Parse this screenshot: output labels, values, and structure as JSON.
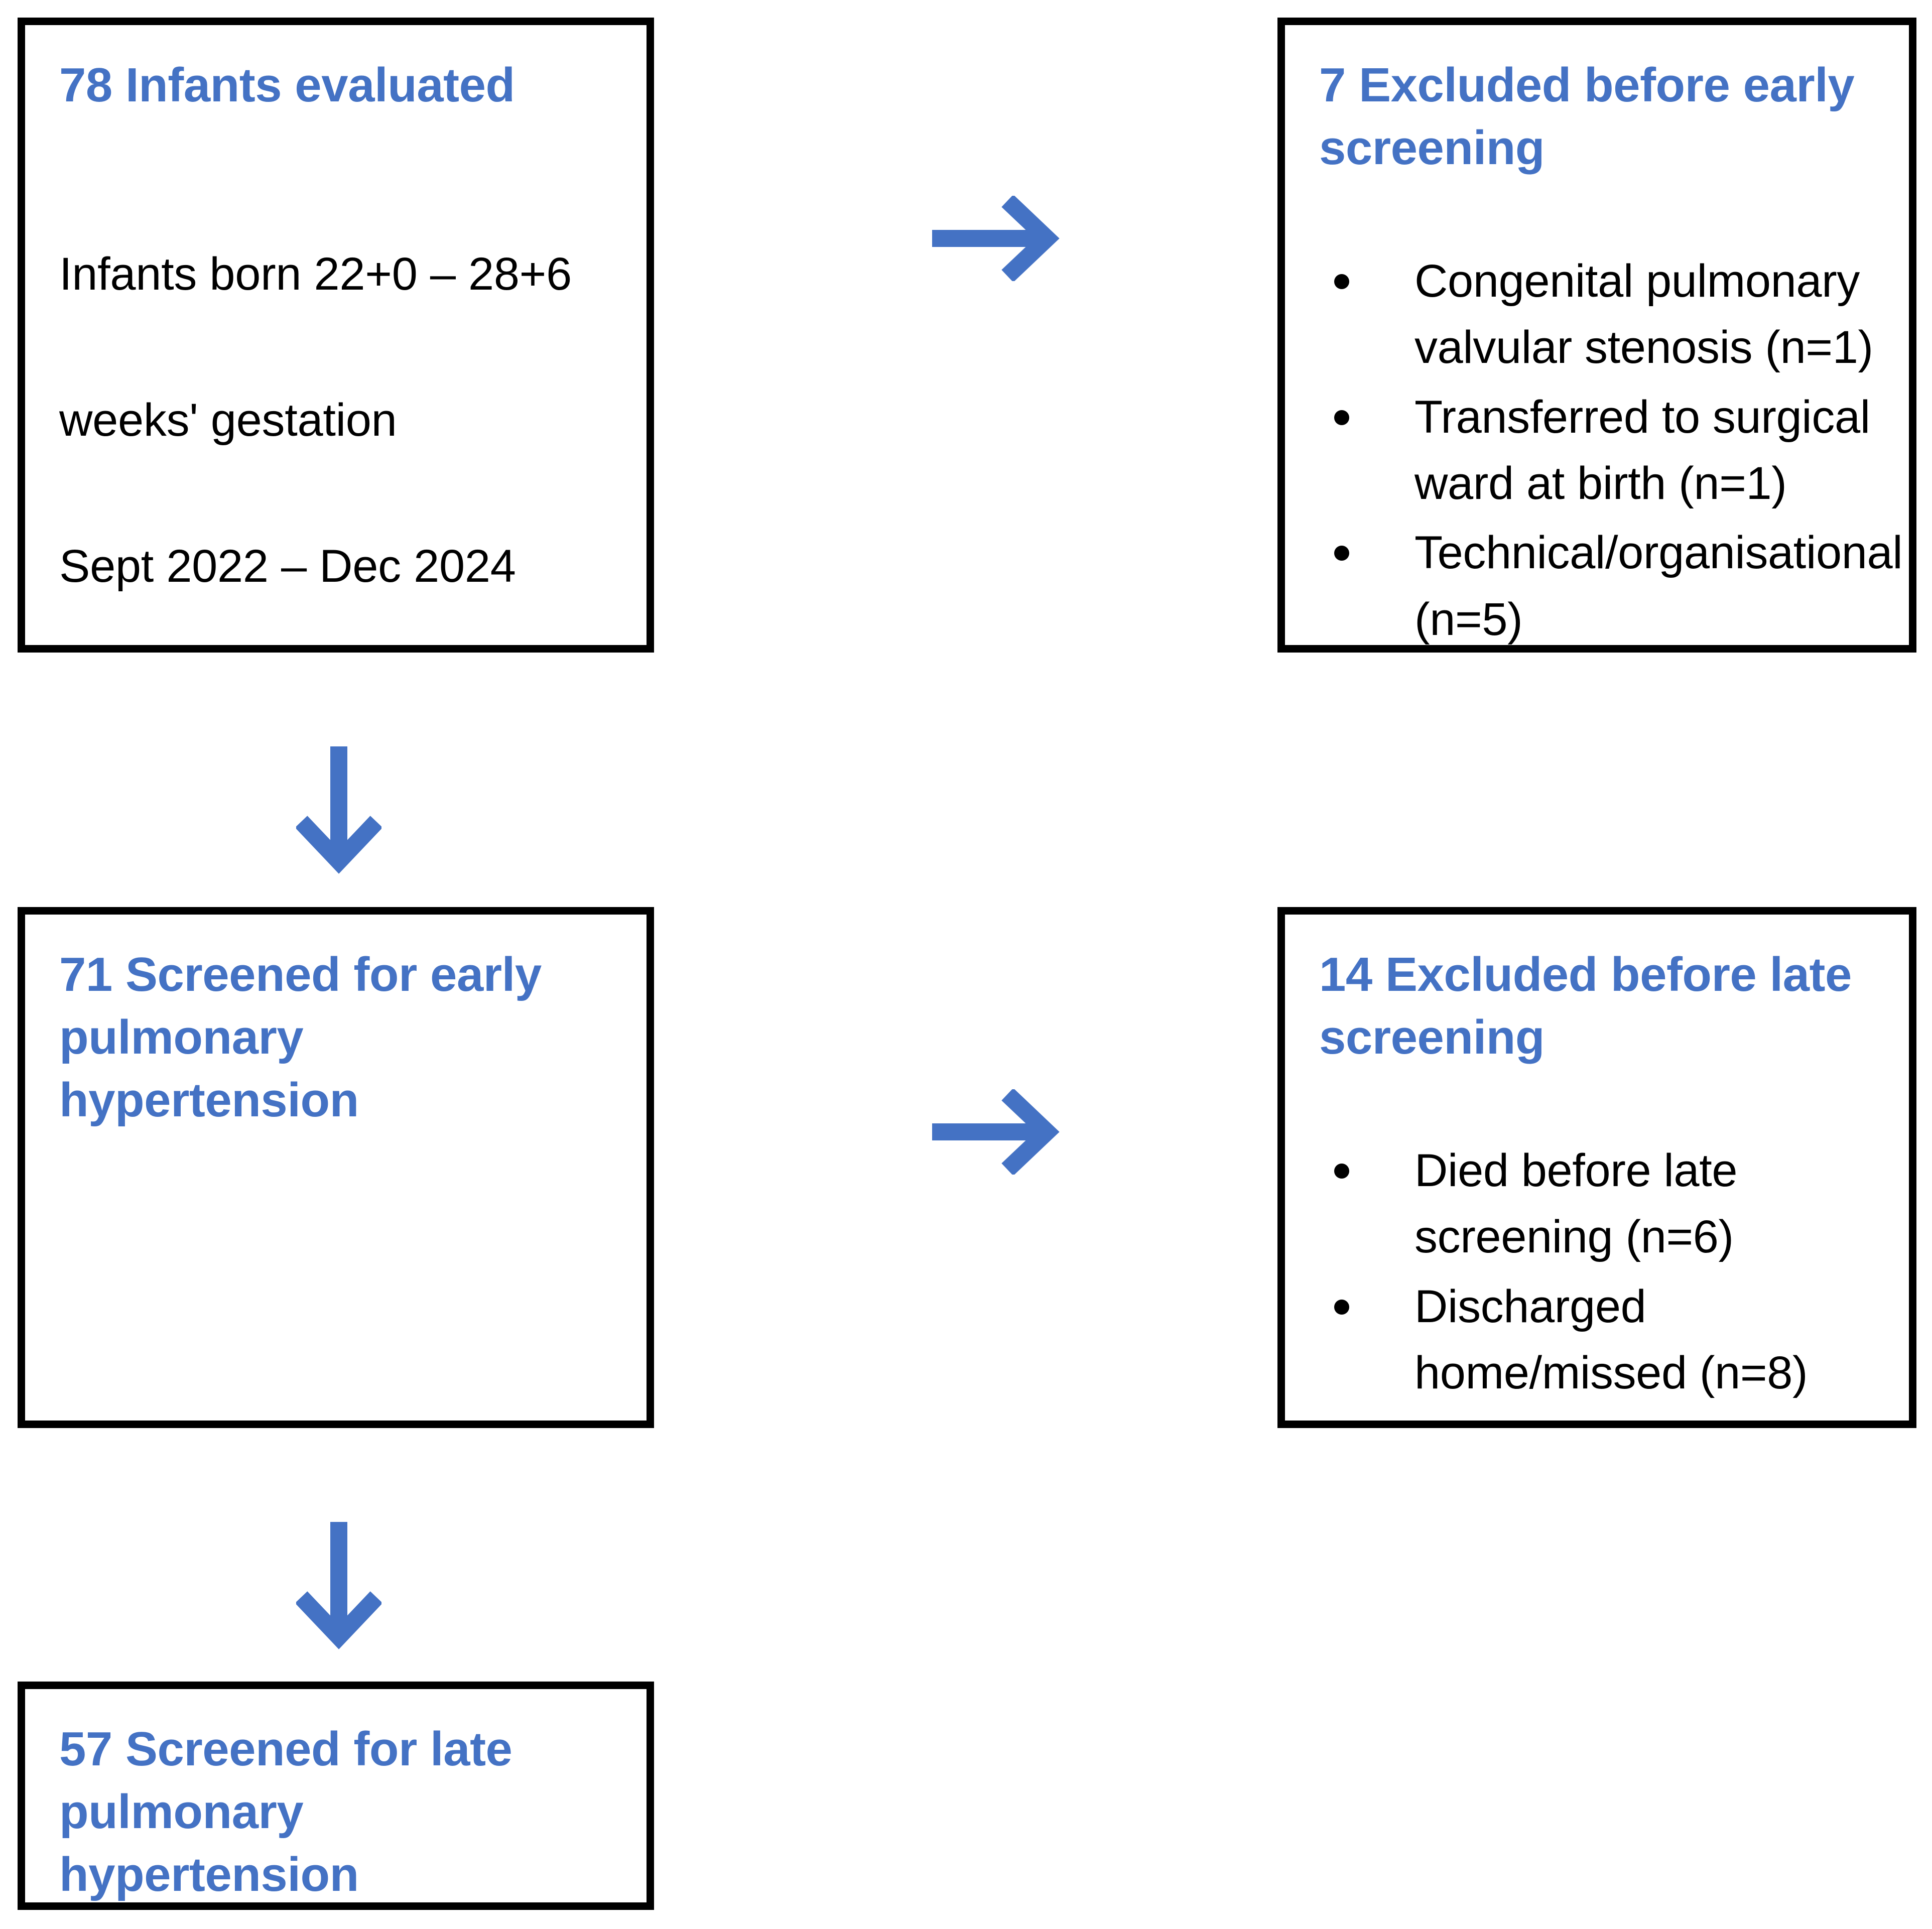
{
  "accent_color": "#4472C4",
  "border_color": "#000000",
  "text_color": "#000000",
  "diagram": {
    "type": "flowchart",
    "boxes": [
      {
        "id": "infants-evaluated",
        "title": "78 Infants evaluated",
        "count": 78,
        "body_lines": [
          "Infants born 22+0 – 28+6",
          "weeks' gestation",
          "Sept 2022 – Dec 2024"
        ]
      },
      {
        "id": "excluded-early",
        "title": "7 Excluded before early screening",
        "count": 7,
        "bullets": [
          "Congenital pulmonary valvular stenosis (n=1)",
          "Transferred to surgical ward at birth (n=1)",
          "Technical/organisational (n=5)"
        ]
      },
      {
        "id": "screened-early",
        "title": "71 Screened for early pulmonary hypertension",
        "count": 71
      },
      {
        "id": "excluded-late",
        "title": "14 Excluded before late screening",
        "count": 14,
        "bullets": [
          "Died before late screening (n=6)",
          "Discharged home/missed (n=8)"
        ]
      },
      {
        "id": "screened-late",
        "title": "57 Screened for late pulmonary hypertension",
        "count": 57
      }
    ],
    "arrows": [
      {
        "id": "arrow-right-1",
        "direction": "right",
        "from": "infants-evaluated",
        "to": "excluded-early"
      },
      {
        "id": "arrow-down-1",
        "direction": "down",
        "from": "infants-evaluated",
        "to": "screened-early"
      },
      {
        "id": "arrow-right-2",
        "direction": "right",
        "from": "screened-early",
        "to": "excluded-late"
      },
      {
        "id": "arrow-down-2",
        "direction": "down",
        "from": "screened-early",
        "to": "screened-late"
      }
    ]
  }
}
